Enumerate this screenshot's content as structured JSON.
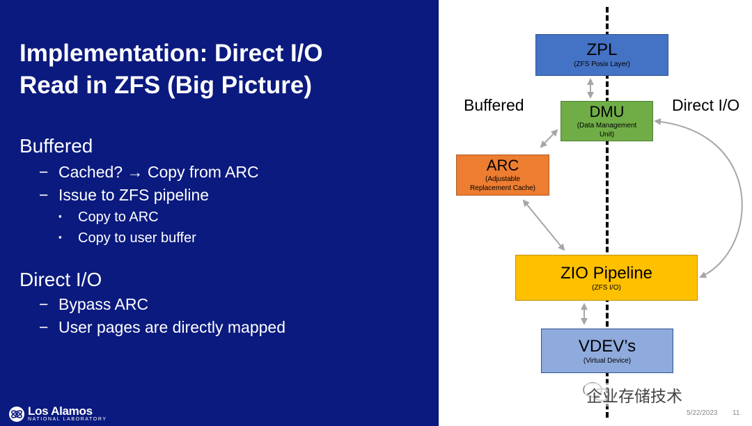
{
  "title": {
    "line1": "Implementation: Direct I/O",
    "line2": "Read in ZFS (Big Picture)"
  },
  "sections": [
    {
      "heading": "Buffered",
      "bullets": [
        "Cached? → Copy from ARC",
        "Issue to ZFS pipeline"
      ],
      "subbullets": [
        "Copy to ARC",
        "Copy to user buffer"
      ]
    },
    {
      "heading": "Direct I/O",
      "bullets": [
        "Bypass ARC",
        "User pages are directly mapped"
      ]
    }
  ],
  "markers": {
    "dash": "−",
    "square": "▪"
  },
  "logo": {
    "name": "Los Alamos",
    "subtitle": "NATIONAL LABORATORY"
  },
  "diagram": {
    "side_labels": {
      "left": "Buffered",
      "right": "Direct I/O"
    },
    "boxes": {
      "zpl": {
        "name": "ZPL",
        "subtitle": "(ZFS Posix Layer)"
      },
      "dmu": {
        "name": "DMU",
        "subtitle_line1": "(Data Management",
        "subtitle_line2": "Unit)"
      },
      "arc": {
        "name": "ARC",
        "subtitle_line1": "(Adjustable",
        "subtitle_line2": "Replacement Cache)"
      },
      "zio": {
        "name": "ZIO Pipeline",
        "subtitle": "(ZFS I/O)"
      },
      "vdev": {
        "name": "VDEV’s",
        "subtitle": "(Virtual Device)"
      }
    },
    "colors": {
      "zpl": "#4472c4",
      "dmu": "#70ad47",
      "arc": "#ed7d31",
      "zio": "#ffc000",
      "vdev": "#8faadc",
      "arrow": "#a6a6a6",
      "panel": "#0b1a7e"
    }
  },
  "footer": {
    "date": "5/22/2023",
    "page": "11"
  },
  "watermark": "企业存储技术"
}
